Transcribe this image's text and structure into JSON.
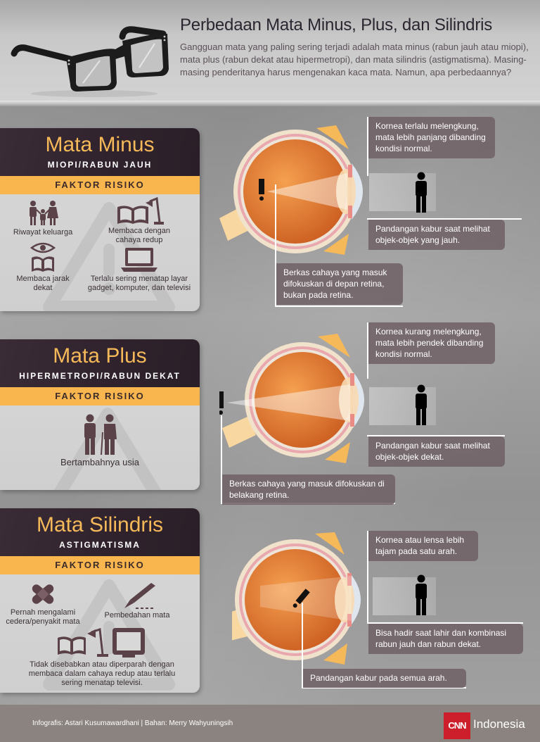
{
  "header": {
    "title": "Perbedaan Mata Minus, Plus, dan Silindris",
    "intro": "Gangguan mata yang paling sering terjadi adalah mata minus (rabun jauh atau miopi), mata plus (rabun dekat atau hipermetropi), dan mata silindris (astigmatisma). Masing-masing penderitanya harus mengenakan kaca mata. Namun, apa perbedaannya?",
    "illustration": "eyeglasses-icon"
  },
  "sections": [
    {
      "title": "Mata Minus",
      "subtitle": "MIOPI/RABUN JAUH",
      "band": "FAKTOR RISIKO",
      "risks": [
        {
          "icon": "family-icon",
          "label": "Riwayat keluarga"
        },
        {
          "icon": "book-lamp-icon",
          "label": "Membaca dengan cahaya redup"
        },
        {
          "icon": "eye-book-icon",
          "label": "Membaca jarak dekat"
        },
        {
          "icon": "laptop-icon",
          "label": "Terlalu sering menatap layar gadget, komputer, dan televisi"
        }
      ],
      "callouts": {
        "top": "Kornea terlalu melengkung, mata lebih panjang dibanding kondisi normal.",
        "right": "Pandangan kabur saat melihat objek-objek yang jauh.",
        "bottom": "Berkas cahaya yang masuk difokuskan di depan retina, bukan pada retina."
      }
    },
    {
      "title": "Mata Plus",
      "subtitle": "HIPERMETROPI/RABUN DEKAT",
      "band": "FAKTOR RISIKO",
      "risks": [
        {
          "icon": "elderly-icon",
          "label": "Bertambahnya usia"
        }
      ],
      "callouts": {
        "top": "Kornea kurang melengkung, mata lebih pendek dibanding kondisi normal.",
        "right": "Pandangan kabur saat melihat objek-objek dekat.",
        "bottom": "Berkas cahaya yang masuk difokuskan di belakang retina."
      }
    },
    {
      "title": "Mata Silindris",
      "subtitle": "ASTIGMATISMA",
      "band": "FAKTOR RISIKO",
      "risks": [
        {
          "icon": "bandage-icon",
          "label": "Pernah mengalami cedera/penyakit mata"
        },
        {
          "icon": "scalpel-icon",
          "label": "Pembedahan mata"
        },
        {
          "icon": "book-lamp-tv-icon",
          "label": "Tidak disebabkan atau diperparah dengan membaca dalam cahaya redup atau terlalu sering menatap televisi."
        }
      ],
      "callouts": {
        "top": "Kornea atau lensa lebih tajam pada satu arah.",
        "right": "Bisa hadir saat lahir dan kombinasi rabun jauh dan rabun dekat.",
        "bottom": "Pandangan kabur pada semua arah."
      }
    }
  ],
  "footer": {
    "credit": "Infografis: Astari Kusumawardhani | Bahan: Merry Wahyuningsih",
    "logo_mark": "CNN",
    "logo_text": "Indonesia"
  },
  "colors": {
    "accent_orange": "#f6b95a",
    "band_yellow": "#f9b64f",
    "panel_dark": "#2f222c",
    "callout_bg": "#706266",
    "cnn_red": "#cc1f2b"
  }
}
